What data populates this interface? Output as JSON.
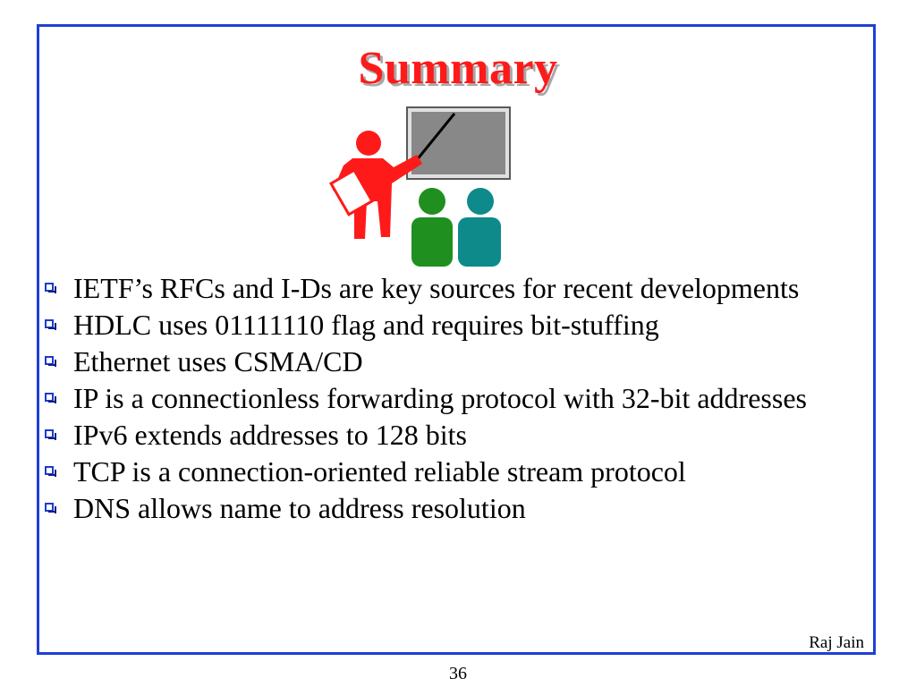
{
  "slide": {
    "title": "Summary",
    "bullets": [
      "IETF’s RFCs and I-Ds are key sources for recent developments",
      "HDLC uses 01111110 flag and requires bit-stuffing",
      "Ethernet uses CSMA/CD",
      "IP is a connectionless forwarding protocol with 32-bit addresses",
      "IPv6 extends addresses to 128 bits",
      "TCP is a connection-oriented reliable stream protocol",
      "DNS allows name to address resolution"
    ],
    "author": "Raj Jain",
    "page_number": "36",
    "clipart_icon": "presenter-with-audience-icon"
  },
  "colors": {
    "frame": "#1f3fd6",
    "title": "#ff1a1a",
    "bullet": "#1a3bd0",
    "presenter": "#ff1a1a",
    "audience_left": "#1f8f1f",
    "audience_right": "#0f8a8a",
    "board": "#888888"
  }
}
